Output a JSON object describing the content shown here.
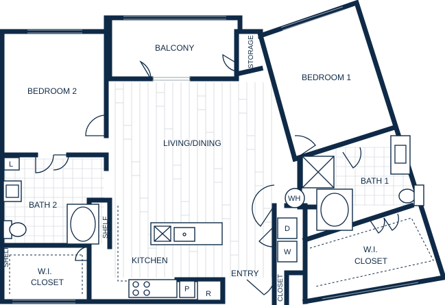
{
  "plan": {
    "wall_color": "#0e2a47",
    "floor_line_color": "#d8dce1",
    "rooms": {
      "bedroom_2": "BEDROOM 2",
      "balcony": "BALCONY",
      "storage": "STORAGE",
      "bedroom_1": "BEDROOM 1",
      "living_dining": "LIVING/DINING",
      "bath_2": "BATH 2",
      "shelf_left": "SHELF",
      "shelf_center": "SHELF",
      "wi_closet_left_line1": "W.I.",
      "wi_closet_left_line2": "CLOSET",
      "kitchen": "KITCHEN",
      "entry": "ENTRY",
      "closet_entry": "CLOSET",
      "bath_1": "BATH 1",
      "wi_closet_right_line1": "W.I.",
      "wi_closet_right_line2": "CLOSET"
    },
    "fixtures": {
      "linen": "L",
      "water_heater": "WH",
      "dryer": "D",
      "washer": "W",
      "pantry": "P",
      "refrigerator": "R"
    }
  }
}
